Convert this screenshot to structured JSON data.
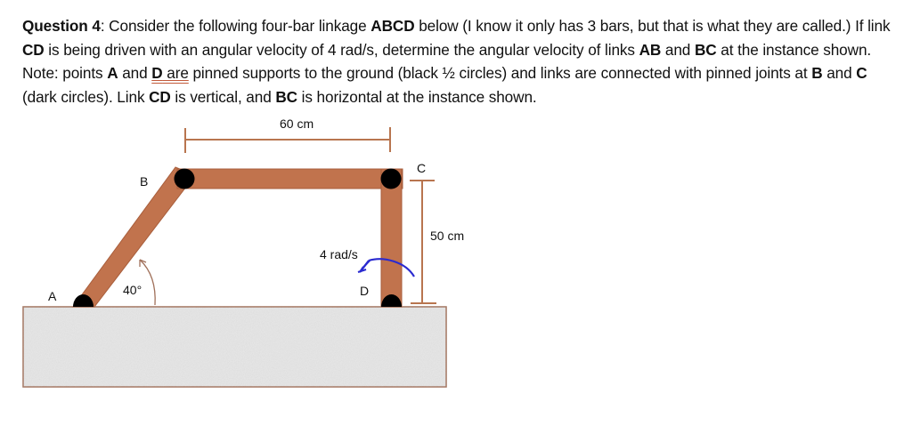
{
  "question": {
    "prefix": "Question 4",
    "parts": [
      {
        "text": "Question 4",
        "bold": true
      },
      {
        "text": ": Consider the following four-bar linkage ",
        "bold": false
      },
      {
        "text": "ABCD",
        "bold": true
      },
      {
        "text": " below (I know it only has 3 bars, but that is what they are called.) If link ",
        "bold": false
      },
      {
        "text": "CD",
        "bold": true
      },
      {
        "text": " is being driven with an angular velocity of 4 rad/s, determine the angular velocity of links ",
        "bold": false
      },
      {
        "text": "AB",
        "bold": true
      },
      {
        "text": " and ",
        "bold": false
      },
      {
        "text": "BC",
        "bold": true
      },
      {
        "text": " at the instance shown. Note: points ",
        "bold": false
      },
      {
        "text": "A",
        "bold": true
      },
      {
        "text": " and ",
        "bold": false
      },
      {
        "text": "D",
        "bold": true,
        "squiggle": true
      },
      {
        "text": " are",
        "bold": false,
        "squiggle": true
      },
      {
        "text": " pinned supports to the ground (black ½ circles) and links are connected with pinned joints at ",
        "bold": false
      },
      {
        "text": "B",
        "bold": true
      },
      {
        "text": " and ",
        "bold": false
      },
      {
        "text": "C",
        "bold": true
      },
      {
        "text": " (dark circles). Link ",
        "bold": false
      },
      {
        "text": "CD",
        "bold": true
      },
      {
        "text": " is vertical, and ",
        "bold": false
      },
      {
        "text": "BC",
        "bold": true
      },
      {
        "text": " is horizontal at the instance shown.",
        "bold": false
      }
    ]
  },
  "diagram": {
    "labels": {
      "A": "A",
      "B": "B",
      "C": "C",
      "D": "D",
      "angle": "40°",
      "omega": "4 rad/s",
      "dim_bc": "60 cm",
      "dim_cd": "50 cm"
    },
    "colors": {
      "link": "#c1734d",
      "link_edge": "#a85e3c",
      "pin": "#000000",
      "dimension": "#b8754f",
      "ground_fill": "#e6e6e6",
      "ground_edge": "#a0705a",
      "omega_arrow": "#2a2ad0"
    }
  }
}
